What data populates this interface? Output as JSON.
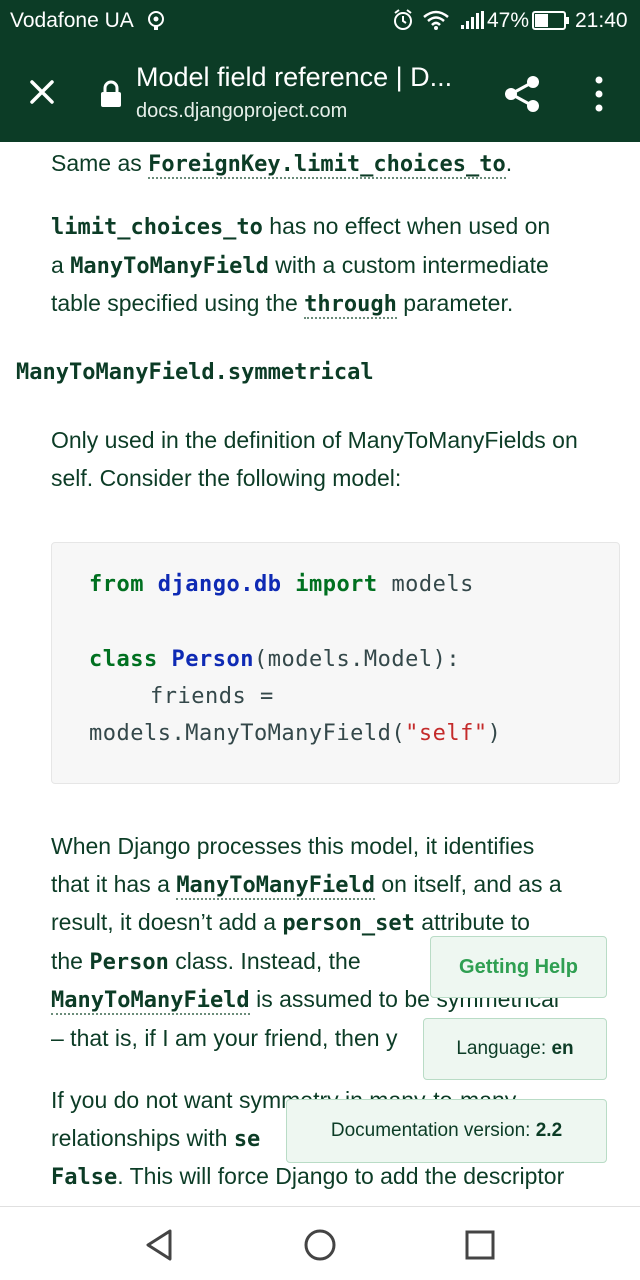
{
  "status_bar": {
    "carrier": "Vodafone UA",
    "battery": "47%",
    "time": "21:40"
  },
  "app_bar": {
    "title": "Model field reference | D...",
    "url": "docs.djangoproject.com"
  },
  "content": {
    "p1": {
      "prefix": "Same as ",
      "code": "ForeignKey.limit_choices_to",
      "suffix": "."
    },
    "p2": {
      "code1": "limit_choices_to",
      "t1": " has no effect when used on",
      "t2": "a ",
      "code2": "ManyToManyField",
      "t3": " with a custom intermediate",
      "t4": "table specified using the ",
      "code3": "through",
      "t5": " parameter."
    },
    "heading": "ManyToManyField.symmetrical",
    "p3": {
      "line1": "Only used in the definition of ManyToManyFields on",
      "line2": "self. Consider the following model:"
    },
    "code": {
      "from": "from",
      "module": "django.db",
      "import": "import",
      "models": "models",
      "class": "class",
      "classname": "Person",
      "base": "(models.Model):",
      "friends": "friends =",
      "call": "models.ManyToManyField(",
      "string": "\"self\"",
      "close": ")"
    },
    "p4": {
      "l1": "When Django processes this model, it identifies",
      "l2a": "that it has a ",
      "l2code": "ManyToManyField",
      "l2b": " on itself, and as a",
      "l3a": "result, it doesn’t add a ",
      "l3code": "person_set",
      "l3b": " attribute to",
      "l4a": "the ",
      "l4code": "Person",
      "l4b": " class. Instead, the",
      "l5code": "ManyToManyField",
      "l5b": " is assumed to be symmetrical",
      "l6": "– that is, if I am your friend, then y"
    },
    "p5": {
      "l1": "If you do not want symmetry in many-to-many",
      "l2a": "relationships with ",
      "l2code": "se",
      "l3code": "False",
      "l3b": ". This will force Django to add the descriptor"
    }
  },
  "floating": {
    "help": "Getting Help",
    "lang_label": "Language: ",
    "lang_value": "en",
    "ver_label": "Documentation version: ",
    "ver_value": "2.2"
  },
  "icons": [
    "wifi-icon",
    "alarm-icon",
    "close-icon",
    "lock-icon",
    "share-icon",
    "more-icon",
    "back-icon",
    "home-icon",
    "recents-icon"
  ],
  "colors": {
    "theme": "#0c3c26",
    "keyword": "#007020",
    "name": "#0e2ab4",
    "string": "#c42b2b",
    "help": "#2f9f52"
  }
}
